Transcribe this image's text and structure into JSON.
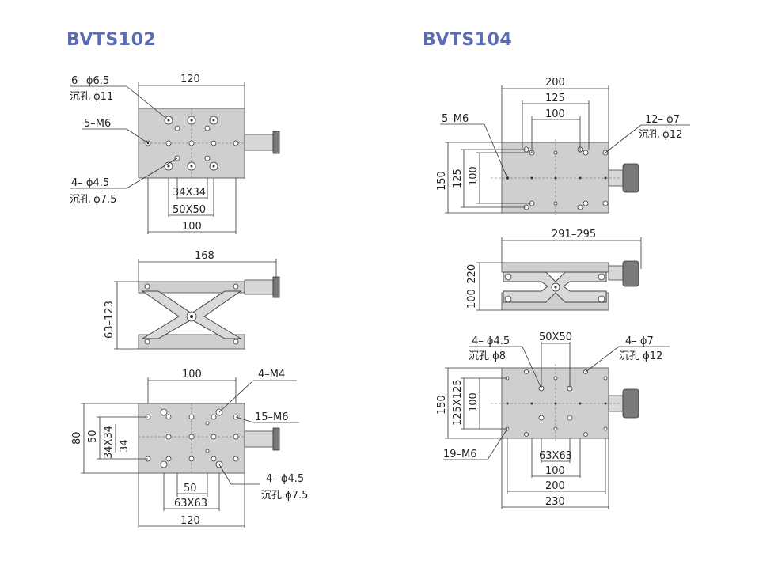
{
  "titles": {
    "left": "BVTS102",
    "right": "BVTS104"
  },
  "left_top": {
    "dim_width": "120",
    "hole1_count": "6– ϕ6.5",
    "hole1_cb": "沉孔 ϕ11",
    "m6": "5–M6",
    "hole2_count": "4– ϕ4.5",
    "hole2_cb": "沉孔 ϕ7.5",
    "d34": "34X34",
    "d50": "50X50",
    "d100": "100"
  },
  "left_mid": {
    "dim_width": "168",
    "dim_height": "63–123"
  },
  "left_bot": {
    "d100": "100",
    "m4": "4–M4",
    "m6": "15–M6",
    "h80": "80",
    "h50": "50",
    "h34": "34X34",
    "h34b": "34",
    "hole_count": "4– ϕ4.5",
    "hole_cb": "沉孔 ϕ7.5",
    "d50": "50",
    "d63": "63X63",
    "d120": "120"
  },
  "right_top": {
    "d200": "200",
    "d125": "125",
    "d100": "100",
    "m6": "5–M6",
    "hole_count": "12– ϕ7",
    "hole_cb": "沉孔 ϕ12",
    "h150": "150",
    "h125": "125",
    "h100": "100"
  },
  "right_mid": {
    "dim_width": "291–295",
    "dim_height": "100–220"
  },
  "right_bot": {
    "hole1_count": "4– ϕ4.5",
    "hole1_cb": "沉孔 ϕ8",
    "d50": "50X50",
    "hole2_count": "4– ϕ7",
    "hole2_cb": "沉孔 ϕ12",
    "h150": "150",
    "h125": "125X125",
    "h100": "100",
    "m6": "19–M6",
    "d63": "63X63",
    "d100": "100",
    "d200": "200",
    "d230": "230"
  }
}
